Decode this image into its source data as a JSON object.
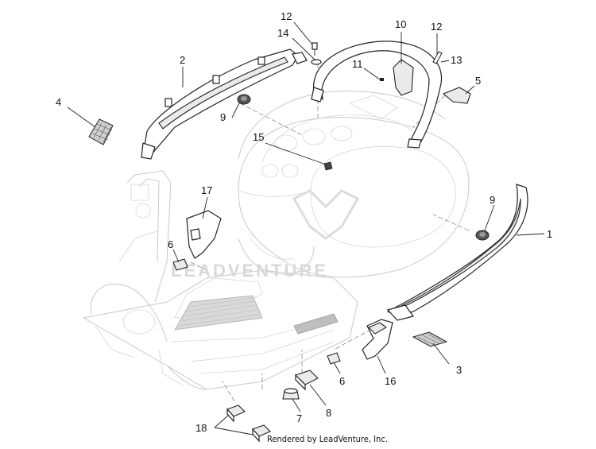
{
  "callouts": {
    "c1": "1",
    "c2": "2",
    "c3": "3",
    "c4": "4",
    "c5": "5",
    "c6a": "6",
    "c6b": "6",
    "c7": "7",
    "c8": "8",
    "c9a": "9",
    "c9b": "9",
    "c10": "10",
    "c11": "11",
    "c12a": "12",
    "c12b": "12",
    "c13": "13",
    "c14": "14",
    "c15": "15",
    "c16": "16",
    "c17": "17",
    "c18": "18"
  },
  "watermark": "LEADVENTURE",
  "footer": "Rendered by LeadVenture, Inc."
}
